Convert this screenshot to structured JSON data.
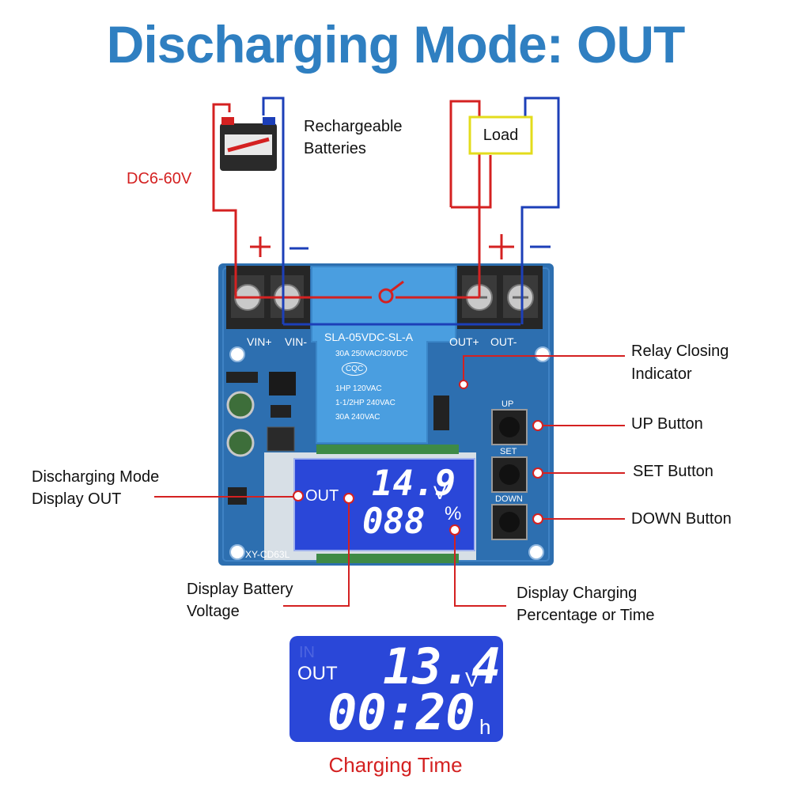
{
  "title": "Discharging Mode: OUT",
  "battery": {
    "label_line1": "Rechargeable",
    "label_line2": "Batteries",
    "voltage_range": "DC6-60V"
  },
  "load": {
    "label": "Load"
  },
  "polarity": {
    "plus": "+",
    "minus": "−"
  },
  "board": {
    "terminals": {
      "vin_plus": "VIN+",
      "vin_minus": "VIN-",
      "out_plus": "OUT+",
      "out_minus": "OUT-"
    },
    "relay": {
      "model": "SLA-05VDC-SL-A",
      "rating": "30A  250VAC/30VDC",
      "cert": "CQC",
      "line1": "1HP 120VAC",
      "line2": "1-1/2HP 240VAC",
      "line3": "30A  240VAC"
    },
    "model_name": "XY-CD63L",
    "buttons": {
      "up": "UP",
      "set": "SET",
      "down": "DOWN"
    },
    "lcd": {
      "mode": "OUT",
      "voltage": "14.9",
      "voltage_unit": "V",
      "percent": "088",
      "percent_unit": "%"
    }
  },
  "callouts": {
    "relay_indicator": [
      "Relay Closing",
      "Indicator"
    ],
    "up_button": "UP Button",
    "set_button": "SET Button",
    "down_button": "DOWN Button",
    "mode_display": [
      "Discharging Mode",
      "Display OUT"
    ],
    "battery_voltage": [
      "Display Battery",
      "Voltage"
    ],
    "charging_percentage": [
      "Display Charging",
      "Percentage or Time"
    ]
  },
  "bottom_lcd": {
    "ghost": "IN",
    "mode": "OUT",
    "voltage": "13.4",
    "voltage_unit": "V",
    "time": "00:20",
    "time_unit": "h"
  },
  "caption": "Charging Time",
  "colors": {
    "title": "#2f7fc1",
    "wire_positive": "#d42121",
    "wire_negative": "#1c3fb8",
    "board": "#2d6fb0",
    "lcd": "#2a47d8",
    "relay": "#4a9ee0",
    "load_border": "#e3dc1c"
  }
}
